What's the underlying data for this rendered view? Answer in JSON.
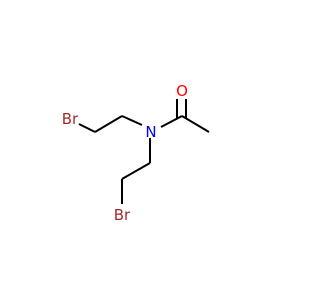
{
  "molecule": {
    "atoms": {
      "oxygen": {
        "symbol": "O",
        "color": "#ff0000"
      },
      "nitrogen": {
        "symbol": "N",
        "color": "#0000ff"
      },
      "bromine_top": {
        "symbol": "Br",
        "color": "#a62929"
      },
      "bromine_bottom": {
        "symbol": "Br",
        "color": "#a62929"
      }
    },
    "bond_color": "#000000",
    "background": "#ffffff"
  }
}
